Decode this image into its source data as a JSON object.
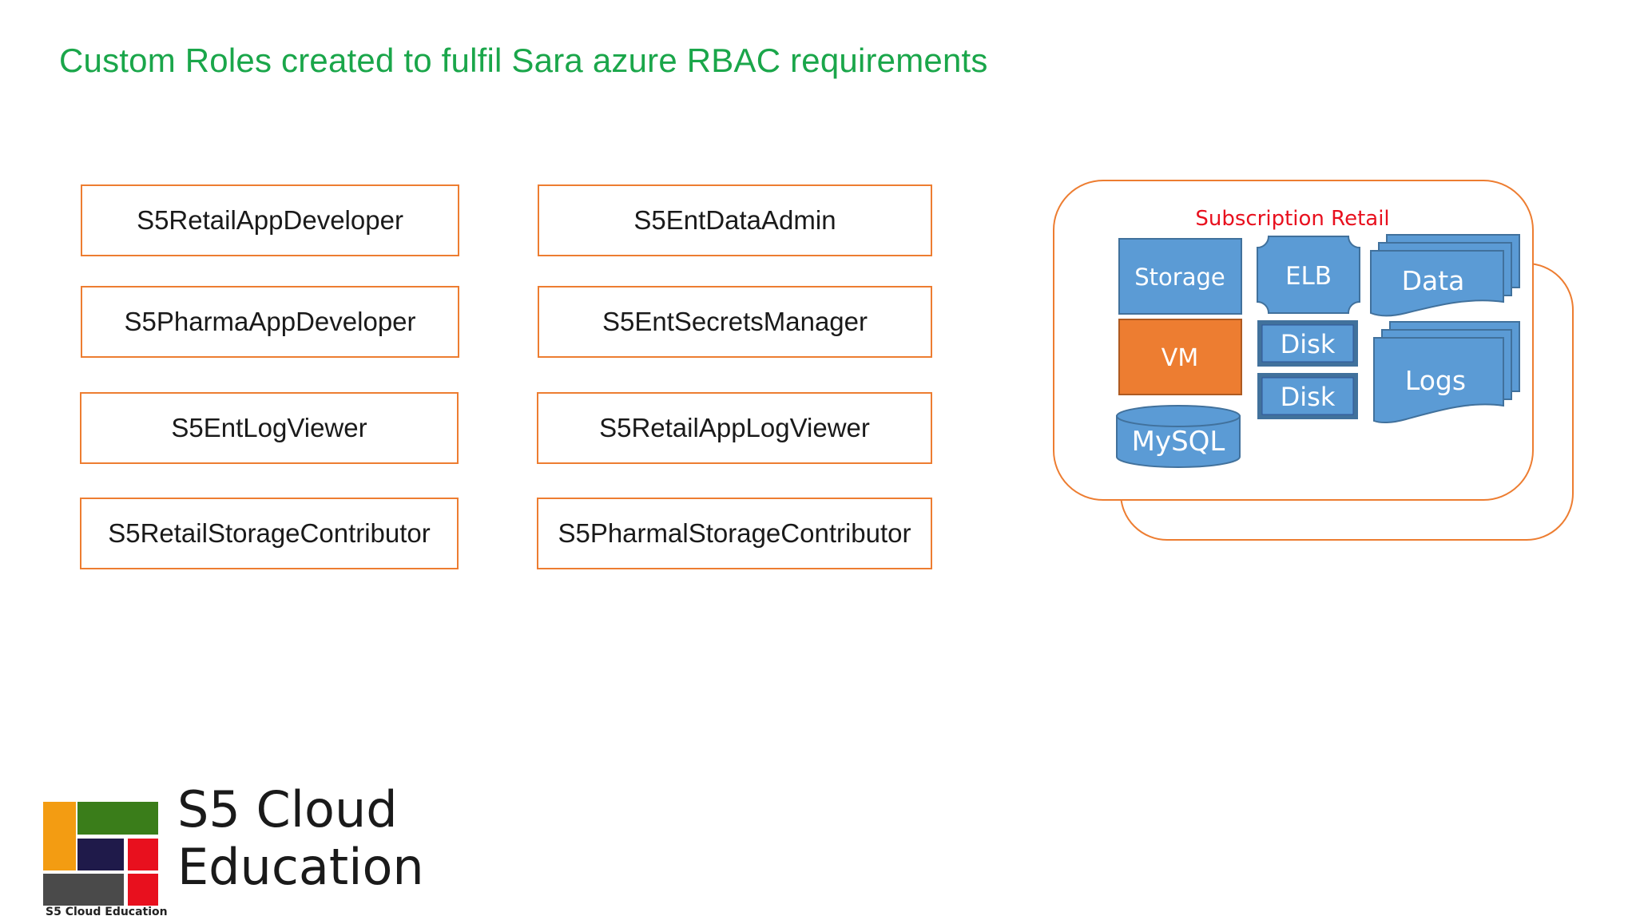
{
  "slide": {
    "title": "Custom Roles created to fulfil Sara azure RBAC requirements"
  },
  "roles": {
    "left": [
      "S5RetailAppDeveloper",
      "S5PharmaAppDeveloper",
      "S5EntLogViewer",
      "S5RetailStorageContributor"
    ],
    "right": [
      "S5EntDataAdmin",
      "S5EntSecretsManager",
      "S5RetailAppLogViewer",
      "S5PharmalStorageContributor"
    ]
  },
  "subscription": {
    "label": "Subscription Retail",
    "resources": {
      "storage": "Storage",
      "vm": "VM",
      "mysql": "MySQL",
      "elb": "ELB",
      "disk1": "Disk",
      "disk2": "Disk",
      "data": "Data",
      "logs": "Logs"
    }
  },
  "logo": {
    "line1": "S5 Cloud",
    "line2": "Education",
    "caption": "S5 Cloud Education"
  },
  "colors": {
    "title": "#1aa64a",
    "accent_orange": "#ed7d31",
    "resource_blue": "#5b9bd5",
    "resource_blue_border": "#41719c",
    "subscription_label": "#e8101e"
  }
}
